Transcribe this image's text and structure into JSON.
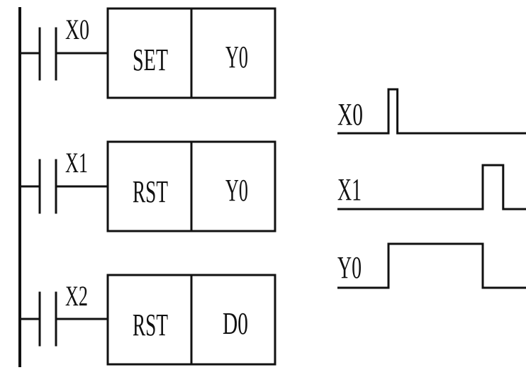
{
  "ladder": {
    "rungs": [
      {
        "contact": "X0",
        "instruction": "SET",
        "operand": "Y0"
      },
      {
        "contact": "X1",
        "instruction": "RST",
        "operand": "Y0"
      },
      {
        "contact": "X2",
        "instruction": "RST",
        "operand": "D0"
      }
    ]
  },
  "timing": {
    "signals": [
      {
        "name": "X0",
        "pulses": [
          [
            0.102,
            0.119
          ]
        ]
      },
      {
        "name": "X1",
        "pulses": [
          [
            0.282,
            0.321
          ]
        ]
      },
      {
        "name": "Y0",
        "pulses": [
          [
            0.102,
            0.282
          ]
        ]
      }
    ]
  },
  "colors": {
    "line": "#111111",
    "background": "#ffffff"
  }
}
